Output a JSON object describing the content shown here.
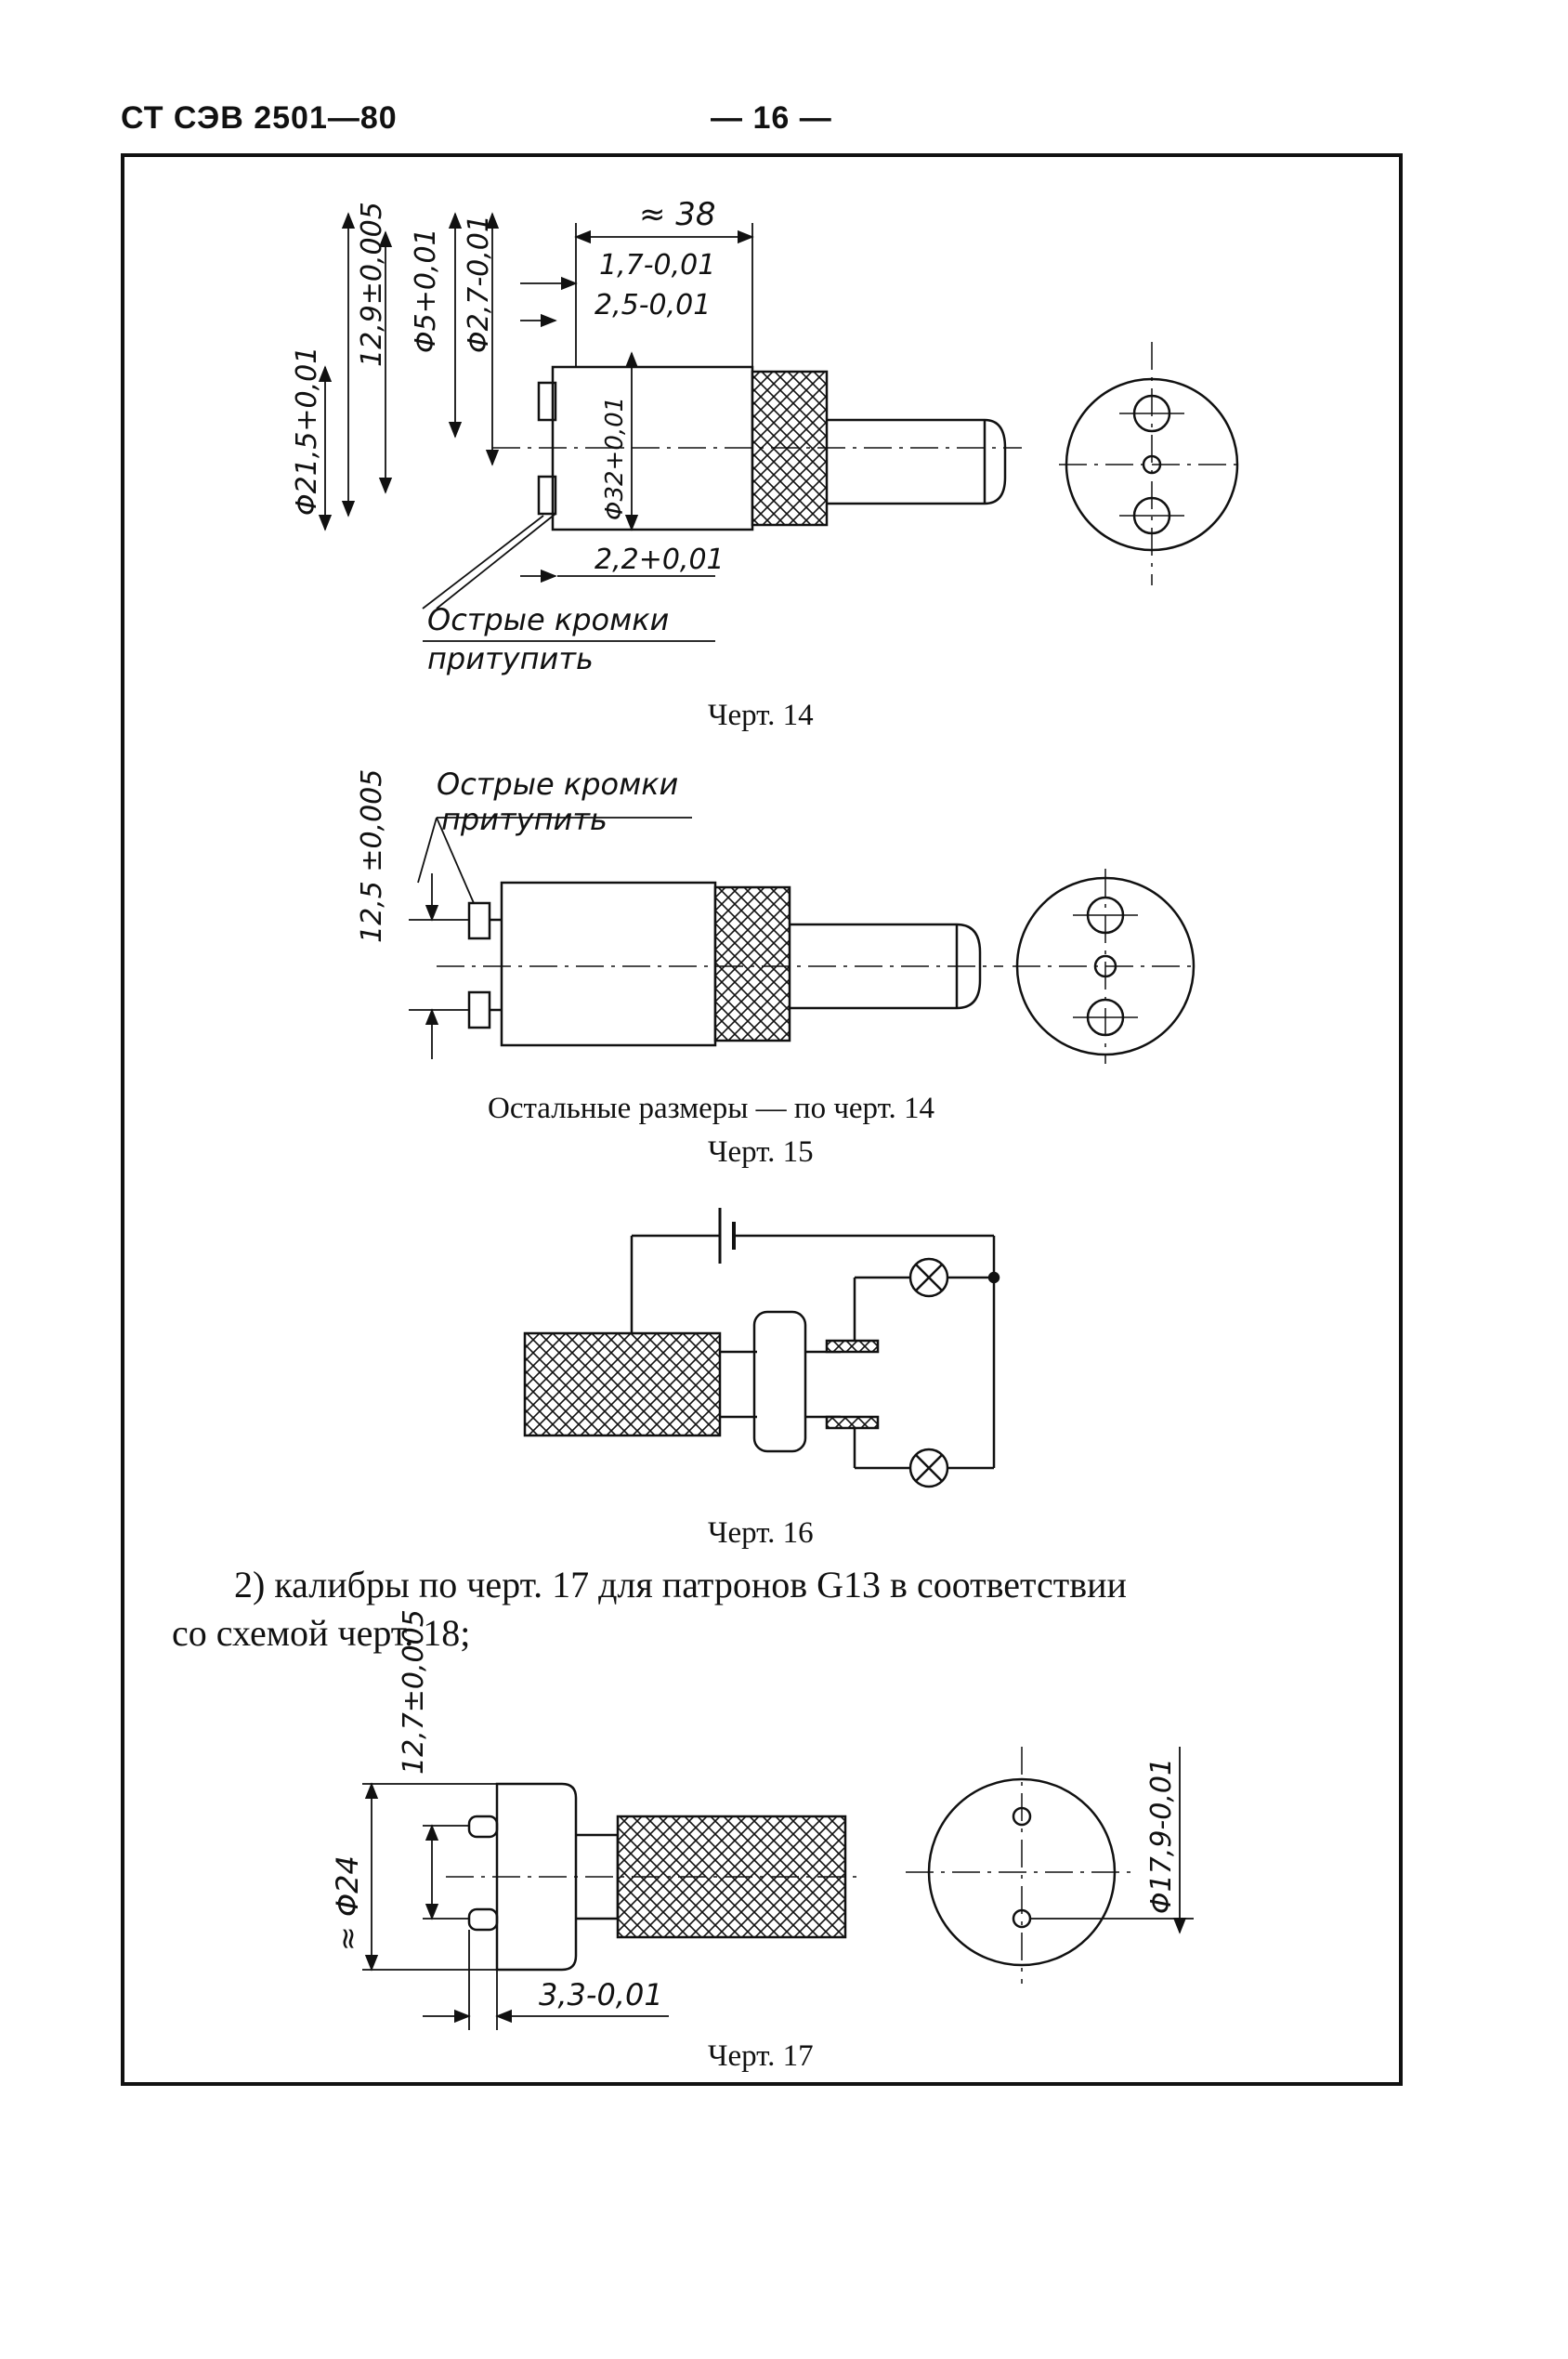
{
  "header": {
    "standard": "СТ СЭВ 2501—80",
    "page": "— 16 —"
  },
  "fig14": {
    "caption": "Черт. 14",
    "dims": {
      "len": "≈ 38",
      "a": "1,7-0,01",
      "b": "2,5-0,01",
      "d1": "12,9±0,005",
      "d2": "Φ5+0,01",
      "d3": "Φ2,7-0,01",
      "d4": "Φ21,5+0,01",
      "d5": "Φ32+0,01",
      "c": "2,2+0,01"
    },
    "note_line1": "Острые кромки",
    "note_line2": "притупить"
  },
  "fig15": {
    "caption": "Черт. 15",
    "note_line1": "Острые кромки",
    "note_line2": "притупить",
    "dim": "12,5 ±0,005",
    "remark": "Остальные размеры — по черт. 14"
  },
  "fig16": {
    "caption": "Черт. 16"
  },
  "paragraph": {
    "line1": "2) калибры по черт. 17 для патронов G13 в соответствии",
    "line2": "со схемой черт. 18;"
  },
  "fig17": {
    "caption": "Черт. 17",
    "dims": {
      "d1": "12,7±0,005",
      "d2": "≈ Φ24",
      "d3": "3,3-0,01",
      "d4": "Φ17,9-0,01"
    }
  }
}
